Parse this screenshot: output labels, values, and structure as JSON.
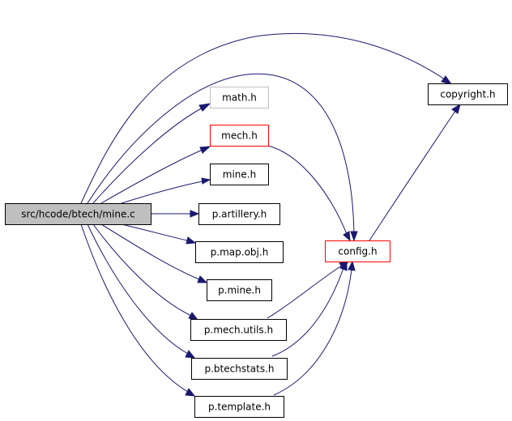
{
  "graph": {
    "colors": {
      "edge": "#191970",
      "border_default": "#000000",
      "border_missing": "#bfbfbf",
      "border_incomplete": "#ff0000",
      "fill_root": "#bfbfbf",
      "fill_default": "#ffffff"
    },
    "nodes": [
      {
        "id": "mine_c",
        "label": "src/hcode/btech/mine.c",
        "style": "root"
      },
      {
        "id": "math_h",
        "label": "math.h",
        "style": "missing"
      },
      {
        "id": "mech_h",
        "label": "mech.h",
        "style": "incomplete"
      },
      {
        "id": "mine_h",
        "label": "mine.h",
        "style": "default"
      },
      {
        "id": "p_artillery_h",
        "label": "p.artillery.h",
        "style": "default"
      },
      {
        "id": "p_map_obj_h",
        "label": "p.map.obj.h",
        "style": "default"
      },
      {
        "id": "p_mine_h",
        "label": "p.mine.h",
        "style": "default"
      },
      {
        "id": "p_mech_utils_h",
        "label": "p.mech.utils.h",
        "style": "default"
      },
      {
        "id": "p_btechstats_h",
        "label": "p.btechstats.h",
        "style": "default"
      },
      {
        "id": "p_template_h",
        "label": "p.template.h",
        "style": "default"
      },
      {
        "id": "config_h",
        "label": "config.h",
        "style": "incomplete"
      },
      {
        "id": "copyright_h",
        "label": "copyright.h",
        "style": "default"
      }
    ],
    "edges": [
      {
        "from": "mine_c",
        "to": "copyright_h"
      },
      {
        "from": "mine_c",
        "to": "config_h"
      },
      {
        "from": "mine_c",
        "to": "math_h"
      },
      {
        "from": "mine_c",
        "to": "mech_h"
      },
      {
        "from": "mine_c",
        "to": "mine_h"
      },
      {
        "from": "mine_c",
        "to": "p_artillery_h"
      },
      {
        "from": "mine_c",
        "to": "p_map_obj_h"
      },
      {
        "from": "mine_c",
        "to": "p_mine_h"
      },
      {
        "from": "mine_c",
        "to": "p_mech_utils_h"
      },
      {
        "from": "mine_c",
        "to": "p_btechstats_h"
      },
      {
        "from": "mine_c",
        "to": "p_template_h"
      },
      {
        "from": "mech_h",
        "to": "config_h"
      },
      {
        "from": "p_mech_utils_h",
        "to": "config_h"
      },
      {
        "from": "p_btechstats_h",
        "to": "config_h"
      },
      {
        "from": "p_template_h",
        "to": "config_h"
      },
      {
        "from": "config_h",
        "to": "copyright_h"
      }
    ]
  }
}
